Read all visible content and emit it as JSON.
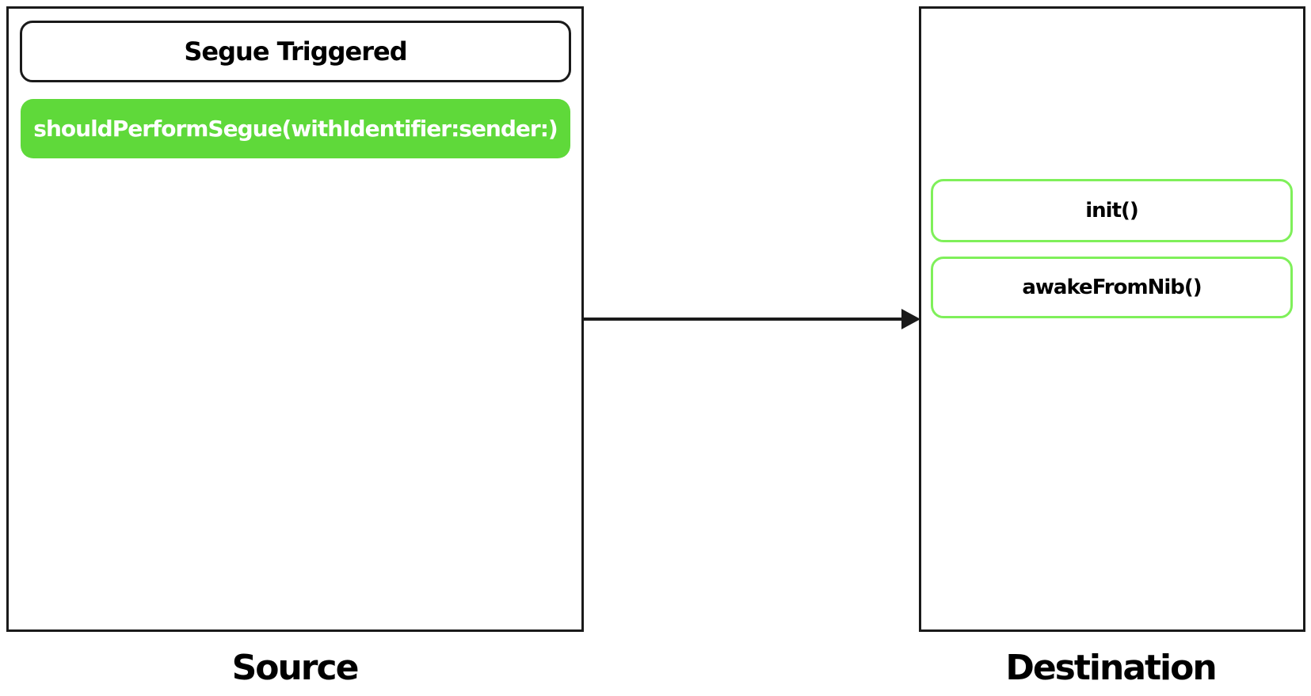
{
  "source": {
    "label": "Source",
    "nodes": [
      {
        "text": "Segue Triggered",
        "style": "outline"
      },
      {
        "text": "shouldPerformSegue(withIdentifier:sender:)",
        "style": "filled"
      }
    ]
  },
  "destination": {
    "label": "Destination",
    "nodes": [
      {
        "text": "init()",
        "style": "green-outline"
      },
      {
        "text": "awakeFromNib()",
        "style": "green-outline"
      }
    ]
  },
  "colors": {
    "green_fill": "#5fd93a",
    "green_outline": "#7ff05a",
    "stroke": "#1a1a1a"
  }
}
